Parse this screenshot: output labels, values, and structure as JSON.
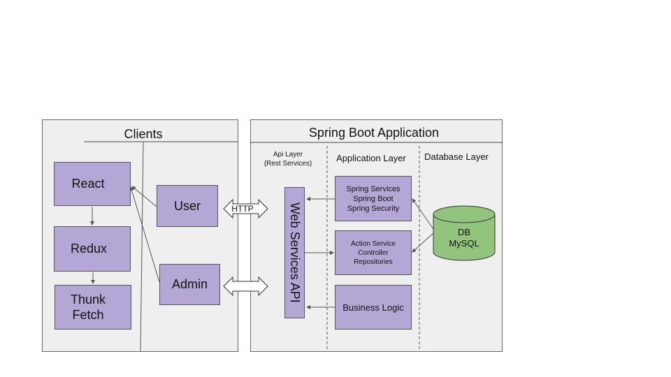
{
  "clients": {
    "title": "Clients",
    "react": "React",
    "redux": "Redux",
    "thunk": "Thunk\nFetch",
    "user": "User",
    "admin": "Admin"
  },
  "http_label": "HTTP",
  "spring": {
    "title": "Spring Boot Application",
    "api_layer": "Api Layer\n(Rest Services)",
    "application_layer": "Application Layer",
    "database_layer": "Database Layer",
    "web_services": "Web Services API",
    "spring_services": "Spring Services\nSpring Boot\nSpring Security",
    "action_service": "Action Service\nController\nRepositories",
    "business_logic": "Business Logic",
    "db": "DB\nMySQL"
  },
  "colors": {
    "box_fill": "#b4a7d6",
    "panel_fill": "#efefef",
    "db_fill": "#93c47d"
  }
}
